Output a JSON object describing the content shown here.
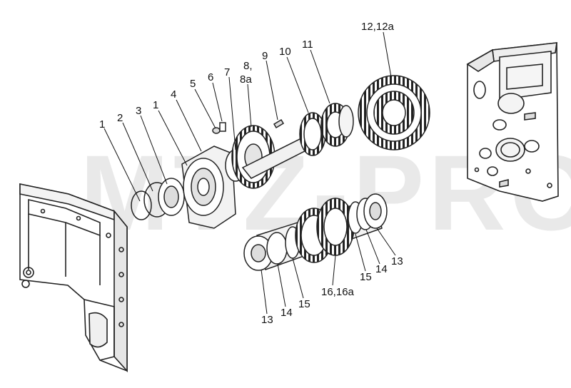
{
  "watermark": "MTZ-PRO",
  "callouts": {
    "c1a": "1",
    "c2": "2",
    "c3": "3",
    "c1b": "1",
    "c4": "4",
    "c5": "5",
    "c6": "6",
    "c7": "7",
    "c8a": "8,",
    "c8b": "8a",
    "c9": "9",
    "c10": "10",
    "c11": "11",
    "c12": "12,12a",
    "c13a": "13",
    "c14a": "14",
    "c15a": "15",
    "c16": "16,16a",
    "c15b": "15",
    "c14b": "14",
    "c13b": "13"
  }
}
